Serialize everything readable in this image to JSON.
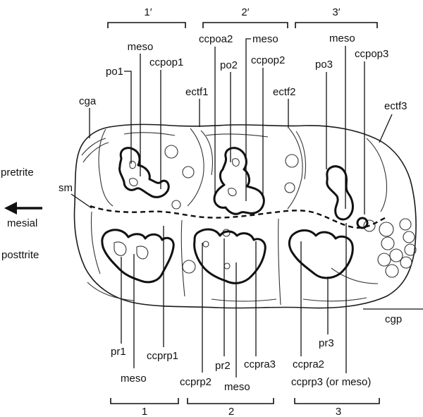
{
  "groups": {
    "top": [
      "1′",
      "2′",
      "3′"
    ],
    "bottom": [
      "1",
      "2",
      "3"
    ]
  },
  "side": {
    "pretrite": "pretrite",
    "mesial": "mesial",
    "posttrite": "posttrite",
    "sm": "sm"
  },
  "labels_top": {
    "meso1": "meso",
    "po1": "po1",
    "ccpop1": "ccpop1",
    "cga": "cga",
    "ccpoa2": "ccpoa2",
    "meso2": "meso",
    "po2": "po2",
    "ccpop2": "ccpop2",
    "ectf1": "ectf1",
    "ectf2": "ectf2",
    "meso3": "meso",
    "ccpop3": "ccpop3",
    "po3": "po3",
    "ectf3": "ectf3"
  },
  "labels_bottom": {
    "cgp": "cgp",
    "pr1": "pr1",
    "meso1": "meso",
    "ccprp1": "ccprp1",
    "pr2": "pr2",
    "ccpra3": "ccpra3",
    "ccprp2": "ccprp2",
    "meso2": "meso",
    "pr3": "pr3",
    "ccpra2": "ccpra2",
    "ccprp3": "ccprp3 (or meso)"
  }
}
